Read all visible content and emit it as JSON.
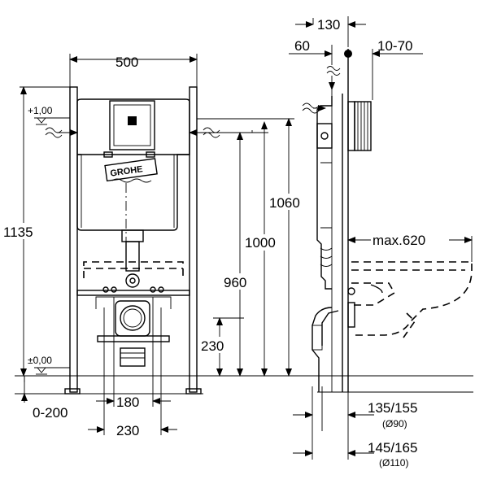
{
  "front_view": {
    "width": "500",
    "height_total": "1135",
    "level_top": "+1,00",
    "level_floor": "±0,00",
    "height_1060": "1060",
    "height_1000": "1000",
    "height_960": "960",
    "height_230": "230",
    "width_180": "180",
    "width_230": "230",
    "floor_range": "0-200",
    "brand": "GROHE"
  },
  "side_view": {
    "depth_130": "130",
    "depth_60": "60",
    "depth_range": "10-70",
    "projection": "max.620",
    "pipe_a": "135/155",
    "pipe_a_dia": "(Ø90)",
    "pipe_b": "145/165",
    "pipe_b_dia": "(Ø110)"
  }
}
